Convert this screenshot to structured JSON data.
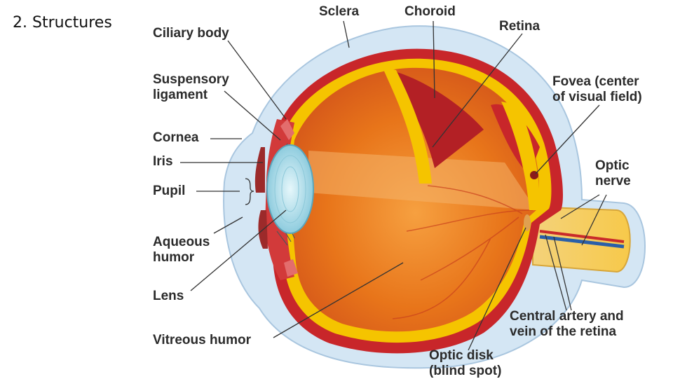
{
  "slide": {
    "title": "2. Structures"
  },
  "labels": {
    "sclera": "Sclera",
    "choroid": "Choroid",
    "ciliary_body": "Ciliary body",
    "retina": "Retina",
    "suspensory_ligament": "Suspensory\nligament",
    "fovea": "Fovea (center\nof visual field)",
    "cornea": "Cornea",
    "iris": "Iris",
    "optic_nerve": "Optic\nnerve",
    "pupil": "Pupil",
    "aqueous_humor": "Aqueous\nhumor",
    "lens": "Lens",
    "central_artery": "Central artery and\nvein of the retina",
    "vitreous_humor": "Vitreous humor",
    "optic_disk": "Optic disk\n(blind spot)"
  },
  "colors": {
    "sclera_outer": "#cfe3f3",
    "choroid_red": "#c8262a",
    "retina_yellow": "#f5c400",
    "vitreous_orange": "#e87a1c",
    "lens_blue": "#9fd6e6",
    "leader_line": "#333333"
  }
}
